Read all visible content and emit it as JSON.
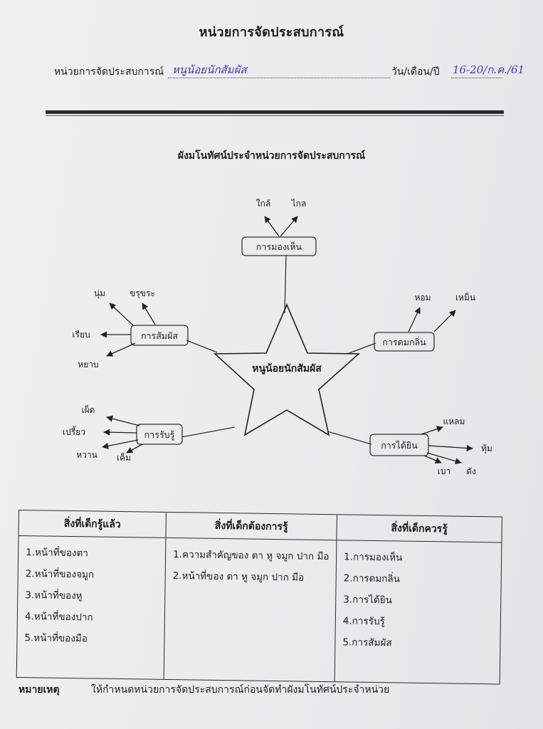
{
  "document": {
    "title": "หน่วยการจัดประสบการณ์",
    "unit_label": "หน่วยการจัดประสบการณ์",
    "unit_value": "หนูน้อยนักสัมผัส",
    "date_label": "วัน/เดือน/ปี",
    "date_value": "16-20/ก.ค./61",
    "mindmap_title": "ผังมโนทัศน์ประจำหน่วยการจัดประสบการณ์"
  },
  "mindmap": {
    "center": "หนูน้อยนักสัมผัส",
    "nodes": {
      "seeing": {
        "label": "การมองเห็น",
        "leaves": [
          "ใกล้",
          "ไกล"
        ]
      },
      "smelling": {
        "label": "การดมกลิ่น",
        "leaves": [
          "หอม",
          "เหม็น"
        ]
      },
      "touching": {
        "label": "การสัมผัส",
        "leaves": [
          "นุ่ม",
          "ขรุขระ",
          "เรียบ",
          "หยาบ"
        ]
      },
      "tasting": {
        "label": "การรับรู้",
        "leaves": [
          "เผ็ด",
          "เปรี้ยว",
          "หวาน",
          "เค็ม"
        ]
      },
      "hearing": {
        "label": "การได้ยิน",
        "leaves": [
          "แหลม",
          "ทุ้ม",
          "เบา",
          "ดัง"
        ]
      }
    }
  },
  "table": {
    "columns": [
      {
        "header": "สิ่งที่เด็กรู้แล้ว",
        "items": [
          "1.หน้าที่ของตา",
          "2.หน้าที่ของจมูก",
          "3.หน้าที่ของหู",
          "4.หน้าที่ของปาก",
          "5.หน้าที่ของมือ"
        ]
      },
      {
        "header": "สิ่งที่เด็กต้องการรู้",
        "items": [
          "1.ความสำคัญของ ตา หู จมูก ปาก มือ",
          "2.หน้าที่ของ ตา หู จมูก ปาก มือ"
        ]
      },
      {
        "header": "สิ่งที่เด็กควรรู้",
        "items": [
          "1.การมองเห็น",
          "2.การดมกลิ่น",
          "3.การได้ยิน",
          "4.การรับรู้",
          "5.การสัมผัส"
        ]
      }
    ]
  },
  "note": {
    "label": "หมายเหตุ",
    "text": "ให้กำหนดหน่วยการจัดประสบการณ์ก่อนจัดทำผังมโนทัศน์ประจำหน่วย"
  }
}
